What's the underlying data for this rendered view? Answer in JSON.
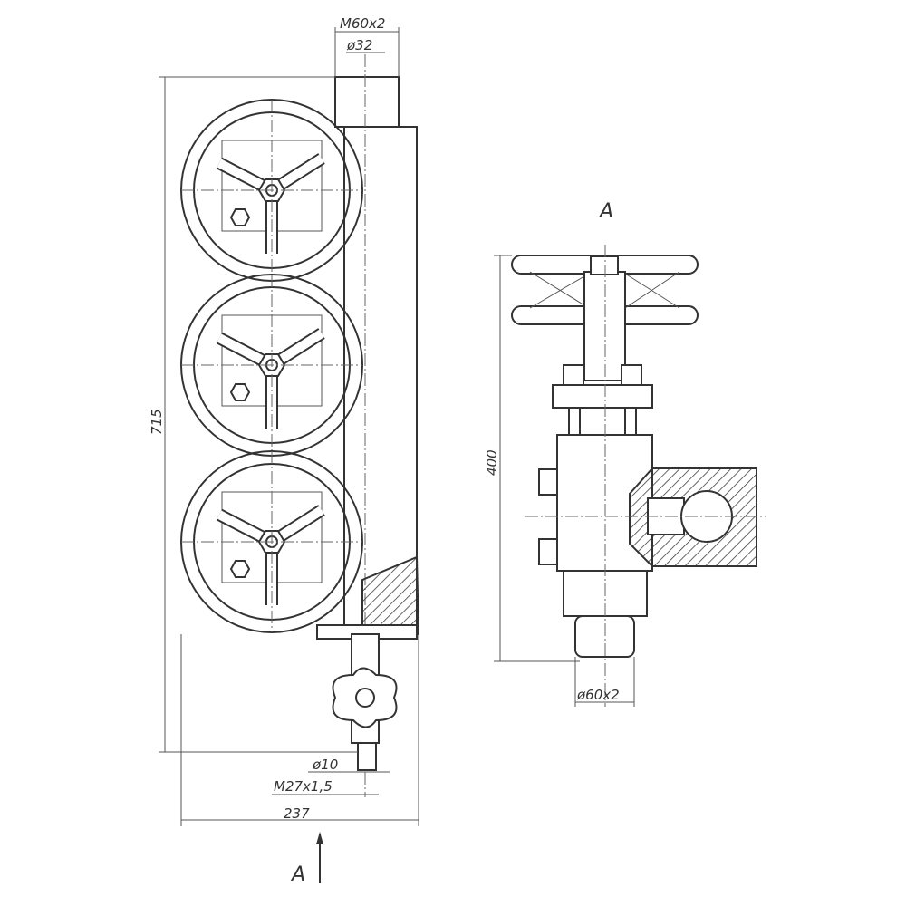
{
  "drawing": {
    "main_view": {
      "top_thread": "M60x2",
      "top_bore": "ø32",
      "height": "715",
      "width": "237",
      "drain_bore": "ø10",
      "drain_thread": "M27x1,5",
      "view_arrow": "A"
    },
    "side_view": {
      "title": "A",
      "height": "400",
      "bottom_thread": "ø60x2"
    }
  }
}
